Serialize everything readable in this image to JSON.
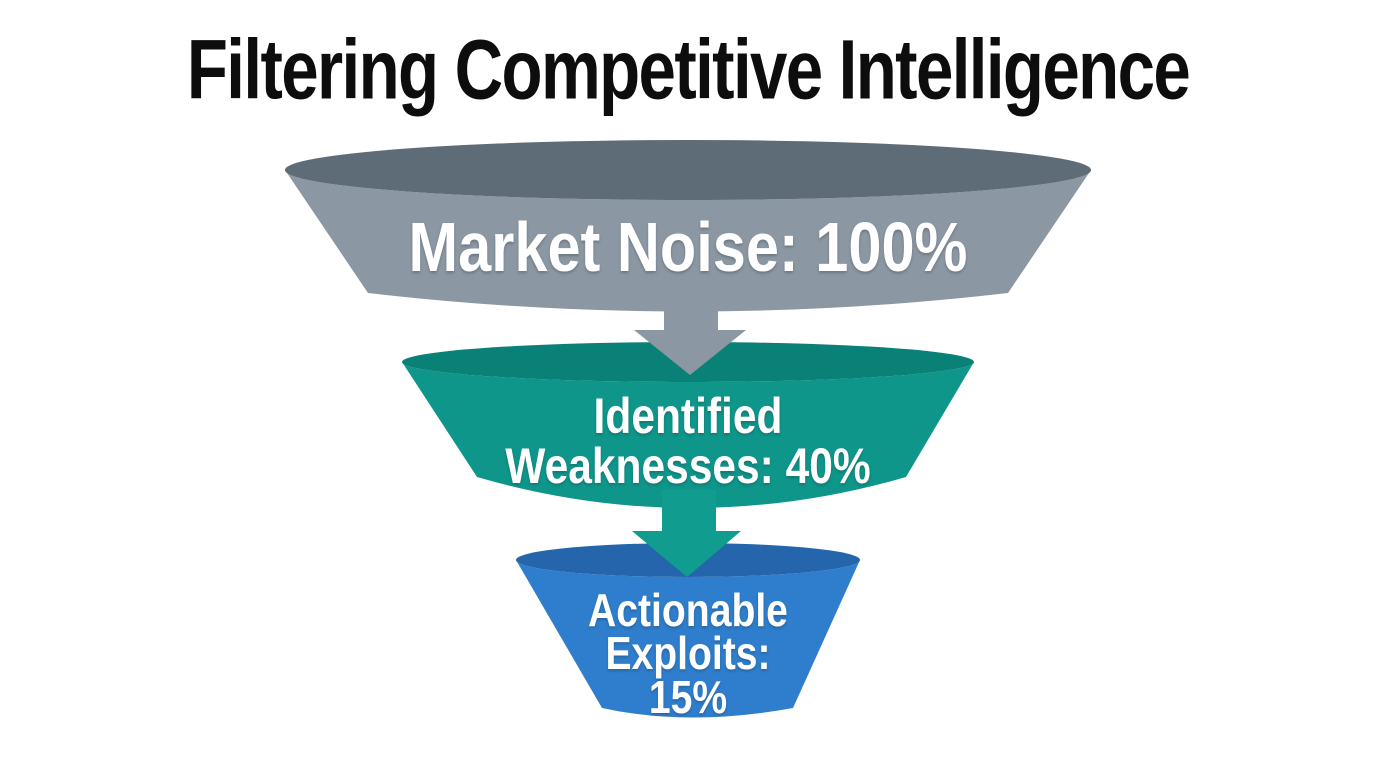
{
  "title": "Filtering Competitive Intelligence",
  "funnel": {
    "stages": [
      {
        "name": "market-noise",
        "lines": [
          "Market Noise: 100%"
        ],
        "value_pct": 100,
        "body_color": "#8b97a2",
        "top_color": "#5e6c78",
        "arrow_color": "#8b97a2"
      },
      {
        "name": "identified-weaknesses",
        "lines": [
          "Identified",
          "Weaknesses: 40%"
        ],
        "value_pct": 40,
        "body_color": "#0e968b",
        "top_color": "#0a8176",
        "arrow_color": "#109d8f"
      },
      {
        "name": "actionable-exploits",
        "lines": [
          "Actionable",
          "Exploits:",
          "15%"
        ],
        "value_pct": 15,
        "body_color": "#2e7ecd",
        "top_color": "#2565ab"
      }
    ],
    "text_color": "#ffffff"
  },
  "chart_data": {
    "type": "funnel",
    "title": "Filtering Competitive Intelligence",
    "stages": [
      "Market Noise",
      "Identified Weaknesses",
      "Actionable Exploits"
    ],
    "values": [
      100,
      40,
      15
    ],
    "unit": "%",
    "labels": [
      "Market Noise: 100%",
      "Identified Weaknesses: 40%",
      "Actionable Exploits: 15%"
    ],
    "colors": [
      "#8b97a2",
      "#0e968b",
      "#2e7ecd"
    ],
    "orientation": "vertical-top-down",
    "legend": "none",
    "background": "#ffffff"
  }
}
